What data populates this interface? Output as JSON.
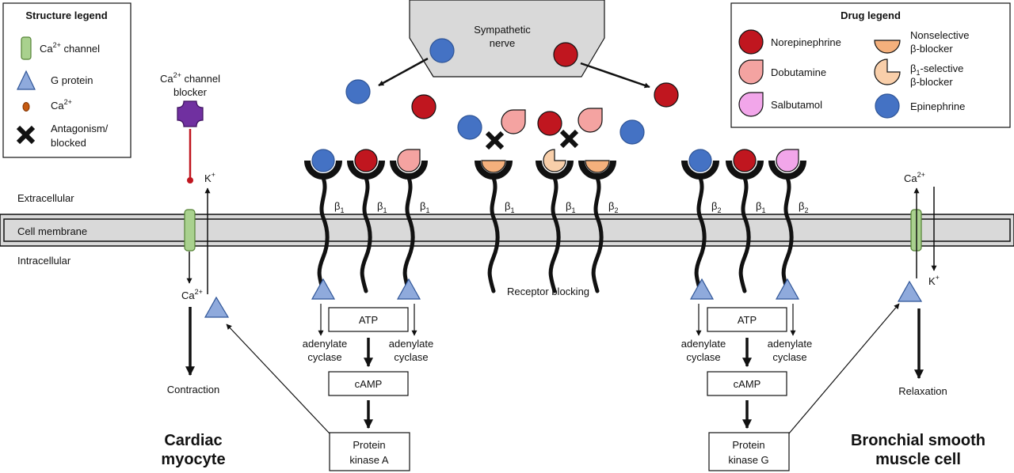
{
  "structure_legend": {
    "title": "Structure legend",
    "items": [
      {
        "name": "ca-channel",
        "label_main": "Ca",
        "label_sup": "2+",
        "label_rest": " channel"
      },
      {
        "name": "g-protein",
        "label_main": "G protein",
        "label_sup": "",
        "label_rest": ""
      },
      {
        "name": "ca-ion",
        "label_main": "Ca",
        "label_sup": "2+",
        "label_rest": ""
      },
      {
        "name": "antagonism",
        "label_lines": [
          "Antagonism/",
          "blocked"
        ]
      }
    ]
  },
  "drug_legend": {
    "title": "Drug legend",
    "items": [
      {
        "name": "norepinephrine",
        "label": "Norepinephrine"
      },
      {
        "name": "dobutamine",
        "label": "Dobutamine"
      },
      {
        "name": "salbutamol",
        "label": "Salbutamol"
      },
      {
        "name": "nonselective-blocker",
        "lines": [
          "Nonselective",
          "β-blocker"
        ]
      },
      {
        "name": "b1-selective-blocker",
        "line1_main": "β",
        "line1_sub": "1",
        "line1_rest": "-selective",
        "line2": "β-blocker"
      },
      {
        "name": "epinephrine",
        "label": "Epinephrine"
      }
    ]
  },
  "colors": {
    "norepinephrine": "#c0161f",
    "dobutamine": "#f4a3a1",
    "salbutamol": "#f2a6ea",
    "nonselective": "#f4b07c",
    "b1_selective": "#f9cfaa",
    "epinephrine": "#4472c4",
    "g_protein": "#8faadc",
    "ca_channel": "#a9d18e",
    "blocker": "#7030a0",
    "membrane": "#d9d9d9"
  },
  "nerve": {
    "lines": [
      "Sympathetic",
      "nerve"
    ]
  },
  "regions": {
    "extracellular": "Extracellular",
    "membrane": "Cell membrane",
    "intracellular": "Intracellular"
  },
  "receptors": [
    {
      "type_main": "β",
      "type_sub": "1",
      "ligand": "epinephrine"
    },
    {
      "type_main": "β",
      "type_sub": "1",
      "ligand": "norepinephrine"
    },
    {
      "type_main": "β",
      "type_sub": "1",
      "ligand": "dobutamine"
    },
    {
      "type_main": "β",
      "type_sub": "1",
      "ligand": "nonselective"
    },
    {
      "type_main": "β",
      "type_sub": "1",
      "ligand": "b1_selective"
    },
    {
      "type_main": "β",
      "type_sub": "2",
      "ligand": "nonselective"
    },
    {
      "type_main": "β",
      "type_sub": "2",
      "ligand": "epinephrine"
    },
    {
      "type_main": "β",
      "type_sub": "1",
      "ligand": "norepinephrine"
    },
    {
      "type_main": "β",
      "type_sub": "2",
      "ligand": "salbutamol"
    }
  ],
  "blocker_label": {
    "line1_main": "Ca",
    "line1_sup": "2+",
    "line1_rest": " channel",
    "line2": "blocker"
  },
  "ions": {
    "k_main": "K",
    "k_sup": "+",
    "ca_main": "Ca",
    "ca_sup": "2+"
  },
  "receptor_blocking": "Receptor blocking",
  "pathway_left": {
    "atp": "ATP",
    "ac_lines": [
      "adenylate",
      "cyclase"
    ],
    "camp": "cAMP",
    "kinase_lines": [
      "Protein",
      "kinase A"
    ]
  },
  "pathway_right": {
    "atp": "ATP",
    "ac_lines": [
      "adenylate",
      "cyclase"
    ],
    "camp": "cAMP",
    "kinase_lines": [
      "Protein",
      "kinase G"
    ]
  },
  "outcomes": {
    "contraction": "Contraction",
    "relaxation": "Relaxation"
  },
  "cells": {
    "cardiac": [
      "Cardiac",
      "myocyte"
    ],
    "bronchial": [
      "Bronchial smooth",
      "muscle cell"
    ]
  }
}
